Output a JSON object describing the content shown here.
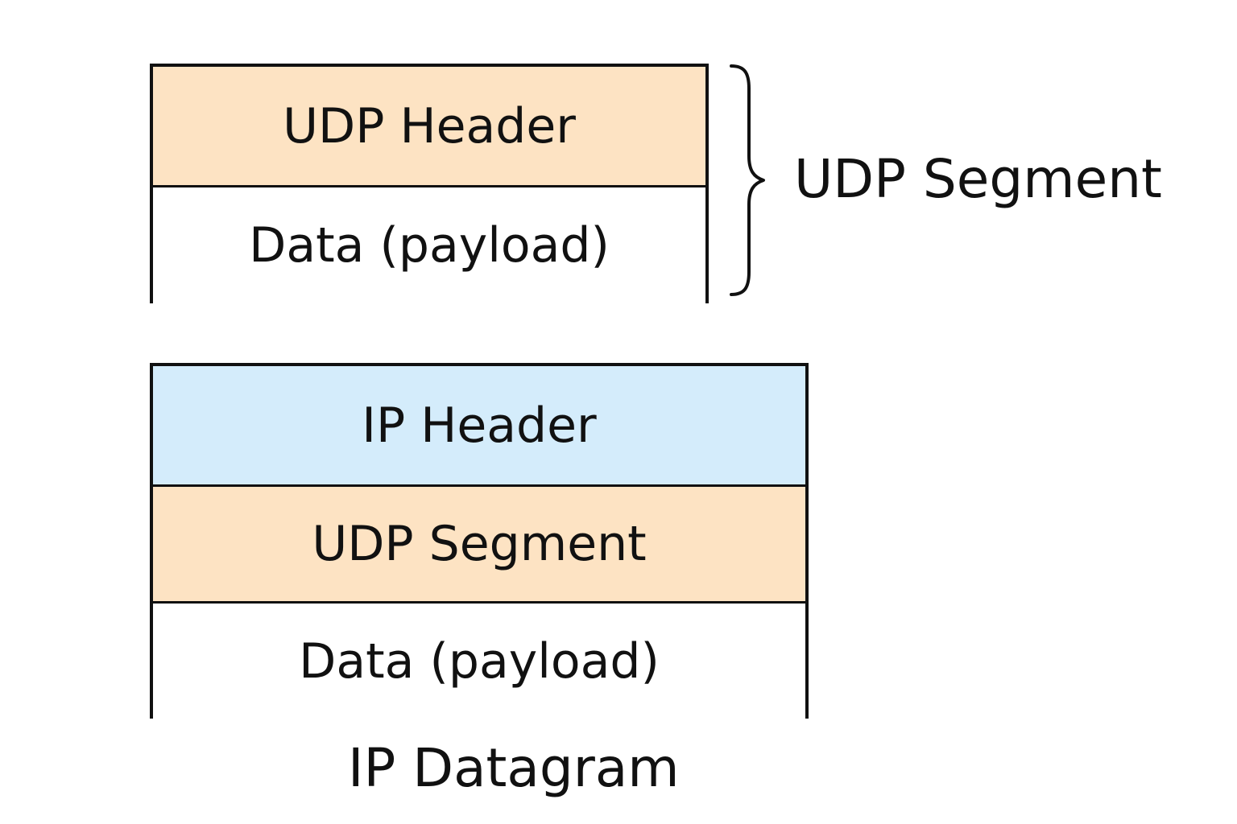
{
  "colors": {
    "udp_fill": "#fde3c3",
    "ip_fill": "#d4ecfb",
    "data_fill": "#ffffff",
    "stroke": "#111111"
  },
  "udp_segment": {
    "header_label": "UDP Header",
    "data_label": "Data (payload)",
    "brace_label": "UDP Segment"
  },
  "ip_datagram": {
    "header_label": "IP Header",
    "segment_label": "UDP Segment",
    "data_label": "Data (payload)",
    "caption": "IP Datagram"
  }
}
